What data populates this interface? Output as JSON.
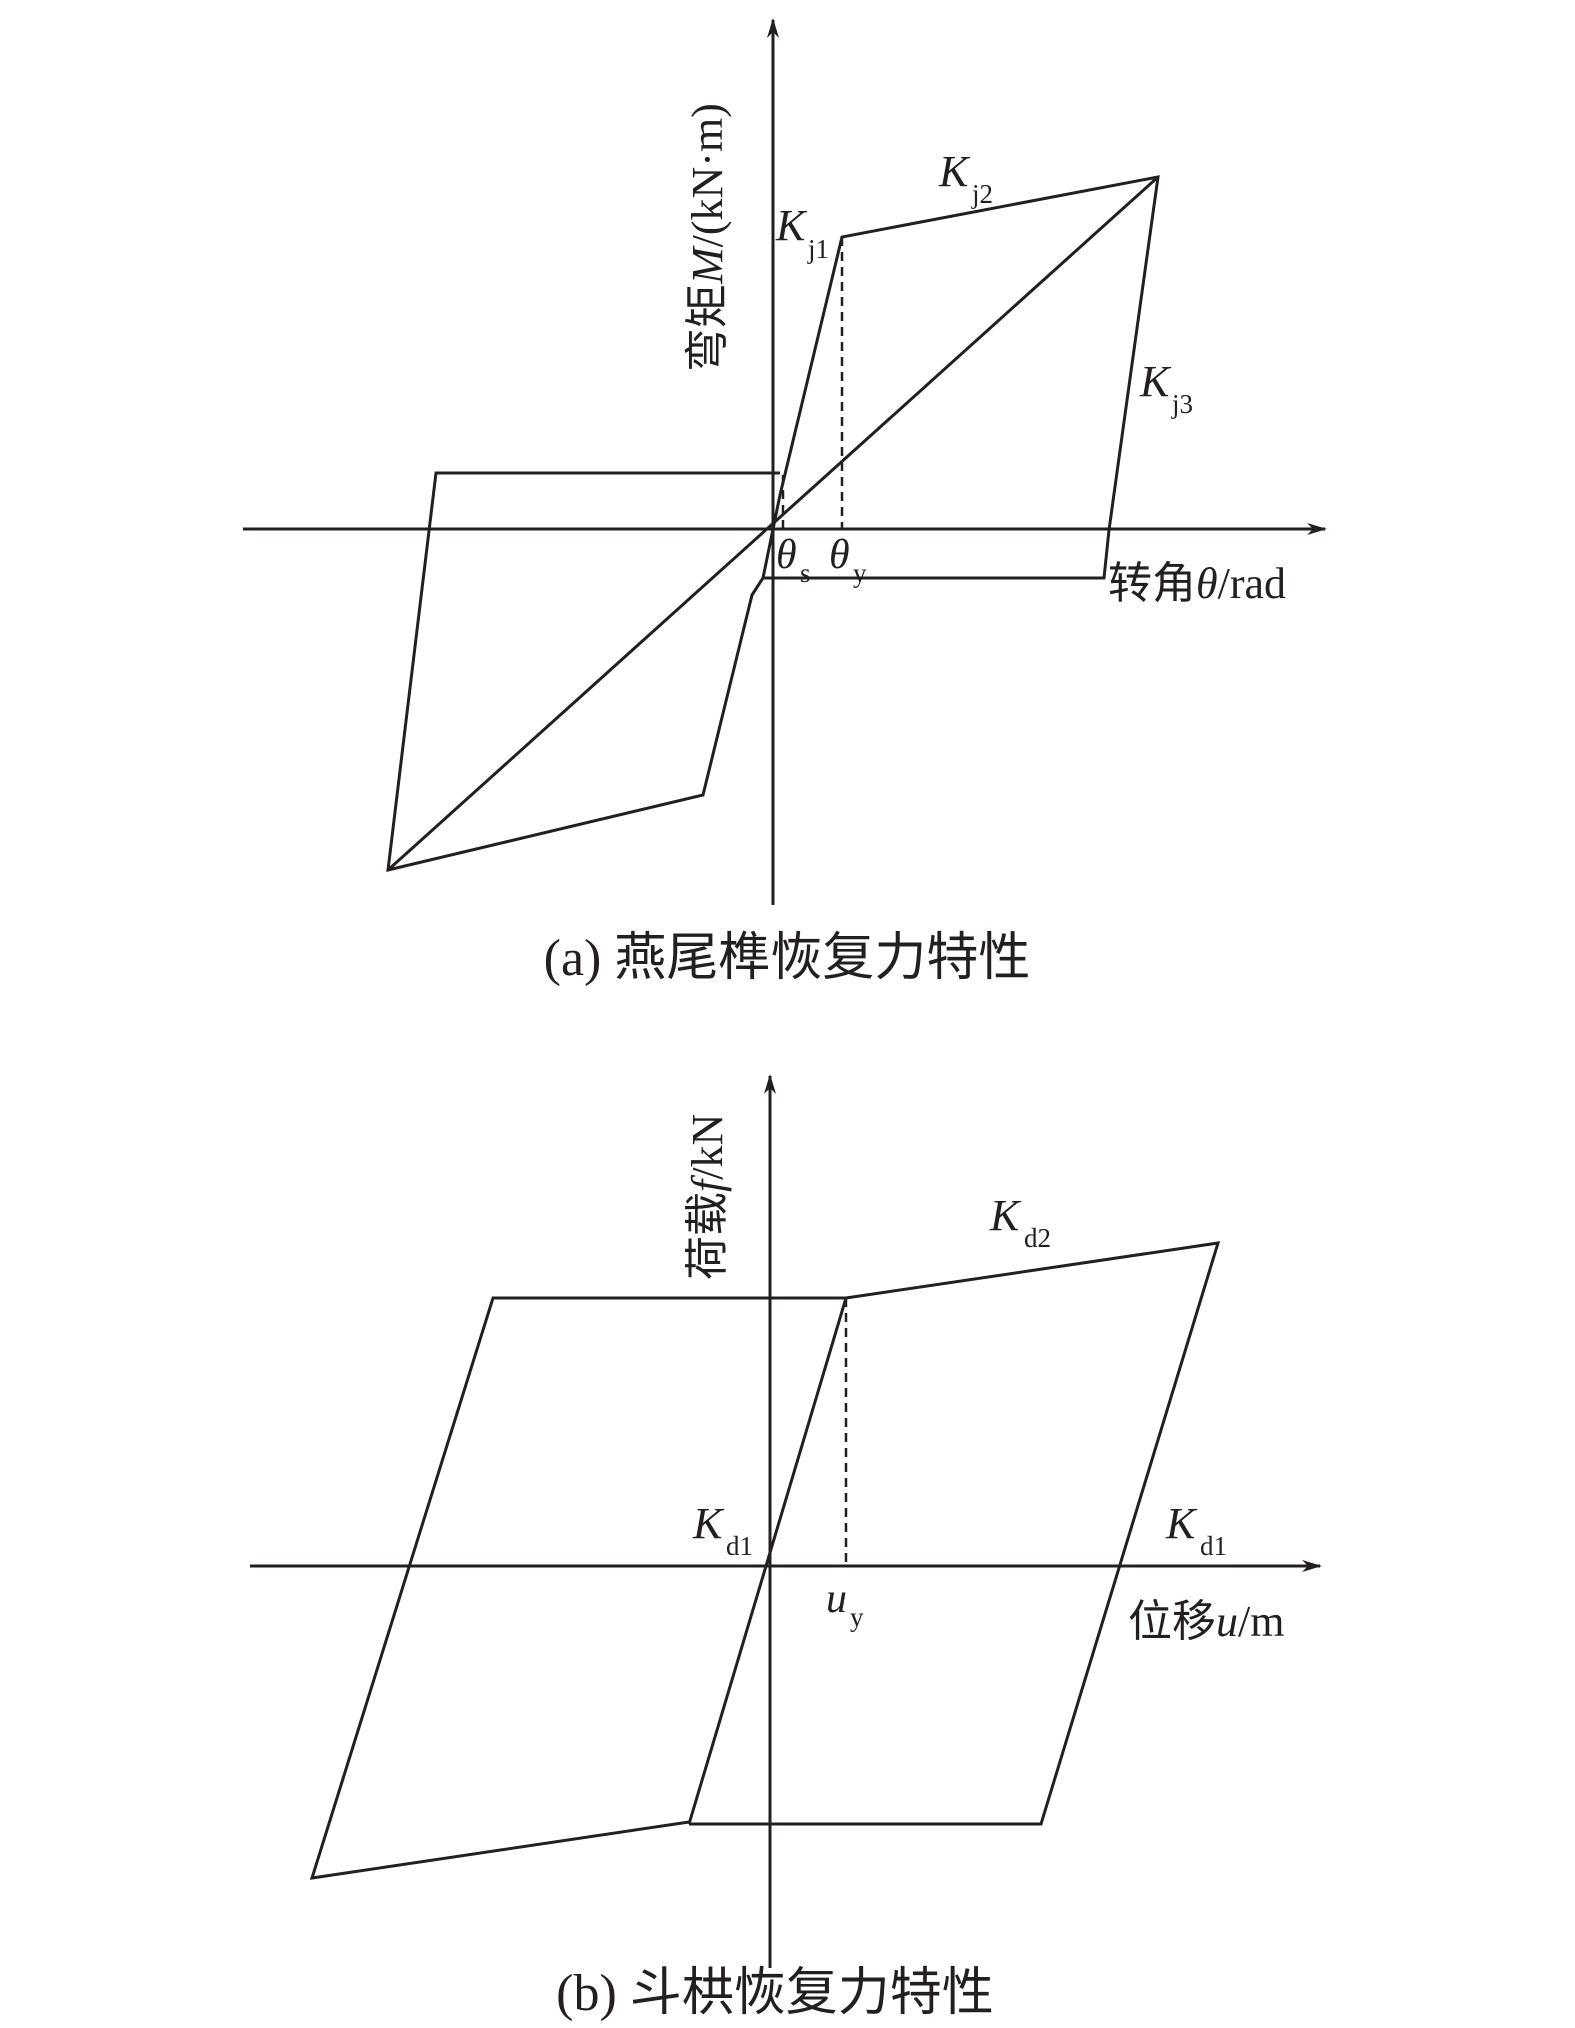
{
  "panel_a": {
    "y_label_cjk": "弯矩",
    "y_label_var": "M",
    "y_label_unit": "/(kN·m)",
    "x_label_cjk": "转角",
    "x_label_var": "θ",
    "x_label_unit": "/rad",
    "k_letter": "K",
    "kj1_sub": "j1",
    "kj2_sub": "j2",
    "kj3_sub": "j3",
    "theta": "θ",
    "theta_s_sub": "s",
    "theta_y_sub": "y",
    "caption": "(a) 燕尾榫恢复力特性"
  },
  "panel_b": {
    "y_label_cjk": "荷载",
    "y_label_var": "f",
    "y_label_unit": "/kN",
    "x_label_cjk": "位移",
    "x_label_var": "u",
    "x_label_unit": "/m",
    "k_letter": "K",
    "kd1_sub": "d1",
    "kd2_sub": "d2",
    "u": "u",
    "u_y_sub": "y",
    "caption": "(b) 斗栱恢复力特性"
  }
}
